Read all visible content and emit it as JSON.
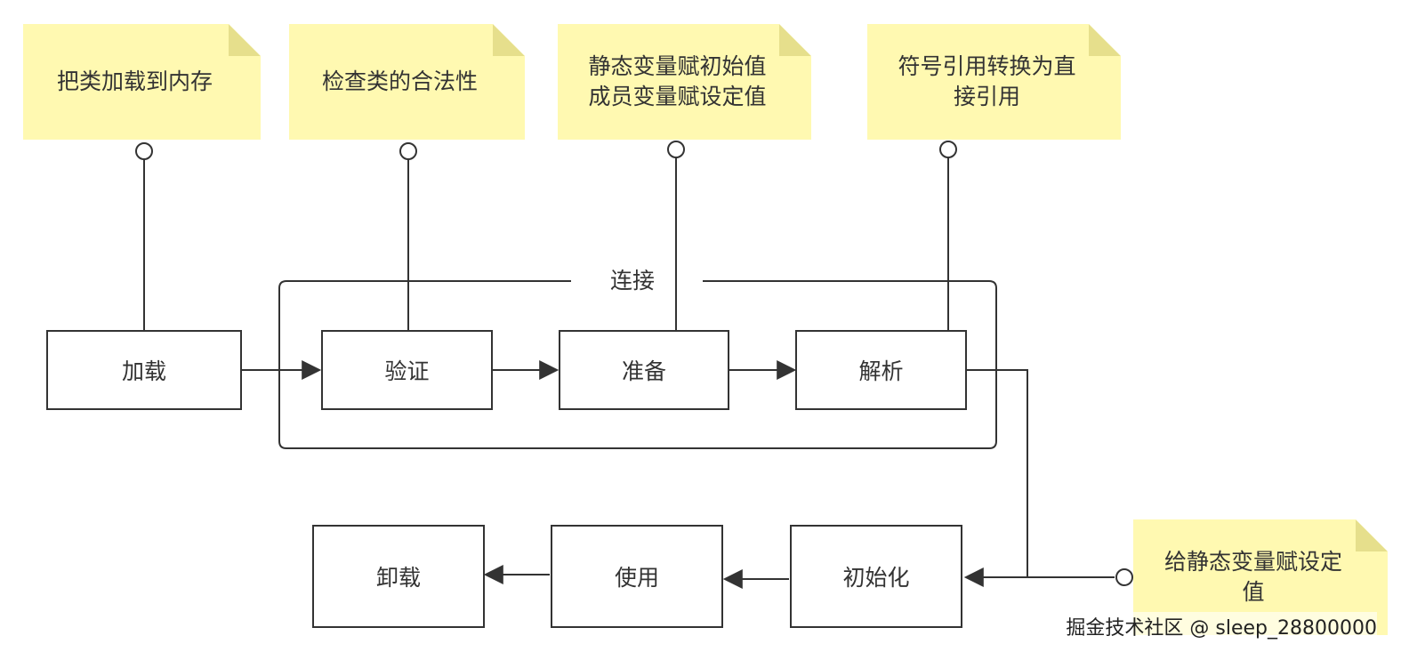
{
  "stages": {
    "load": "加载",
    "verify": "验证",
    "prepare": "准备",
    "resolve": "解析",
    "init": "初始化",
    "use": "使用",
    "unload": "卸载"
  },
  "group": {
    "link_label": "连接"
  },
  "notes": {
    "load": "把类加载到内存",
    "verify": "检查类的合法性",
    "prepare": "静态变量赋初始值\n成员变量赋设定值",
    "resolve": "符号引用转换为直\n接引用",
    "init": "给静态变量赋设定\n值"
  },
  "watermark": "掘金技术社区 @ sleep_28800000",
  "colors": {
    "note_fill": "#fff9b1",
    "stroke": "#333333",
    "background": "#ffffff"
  }
}
